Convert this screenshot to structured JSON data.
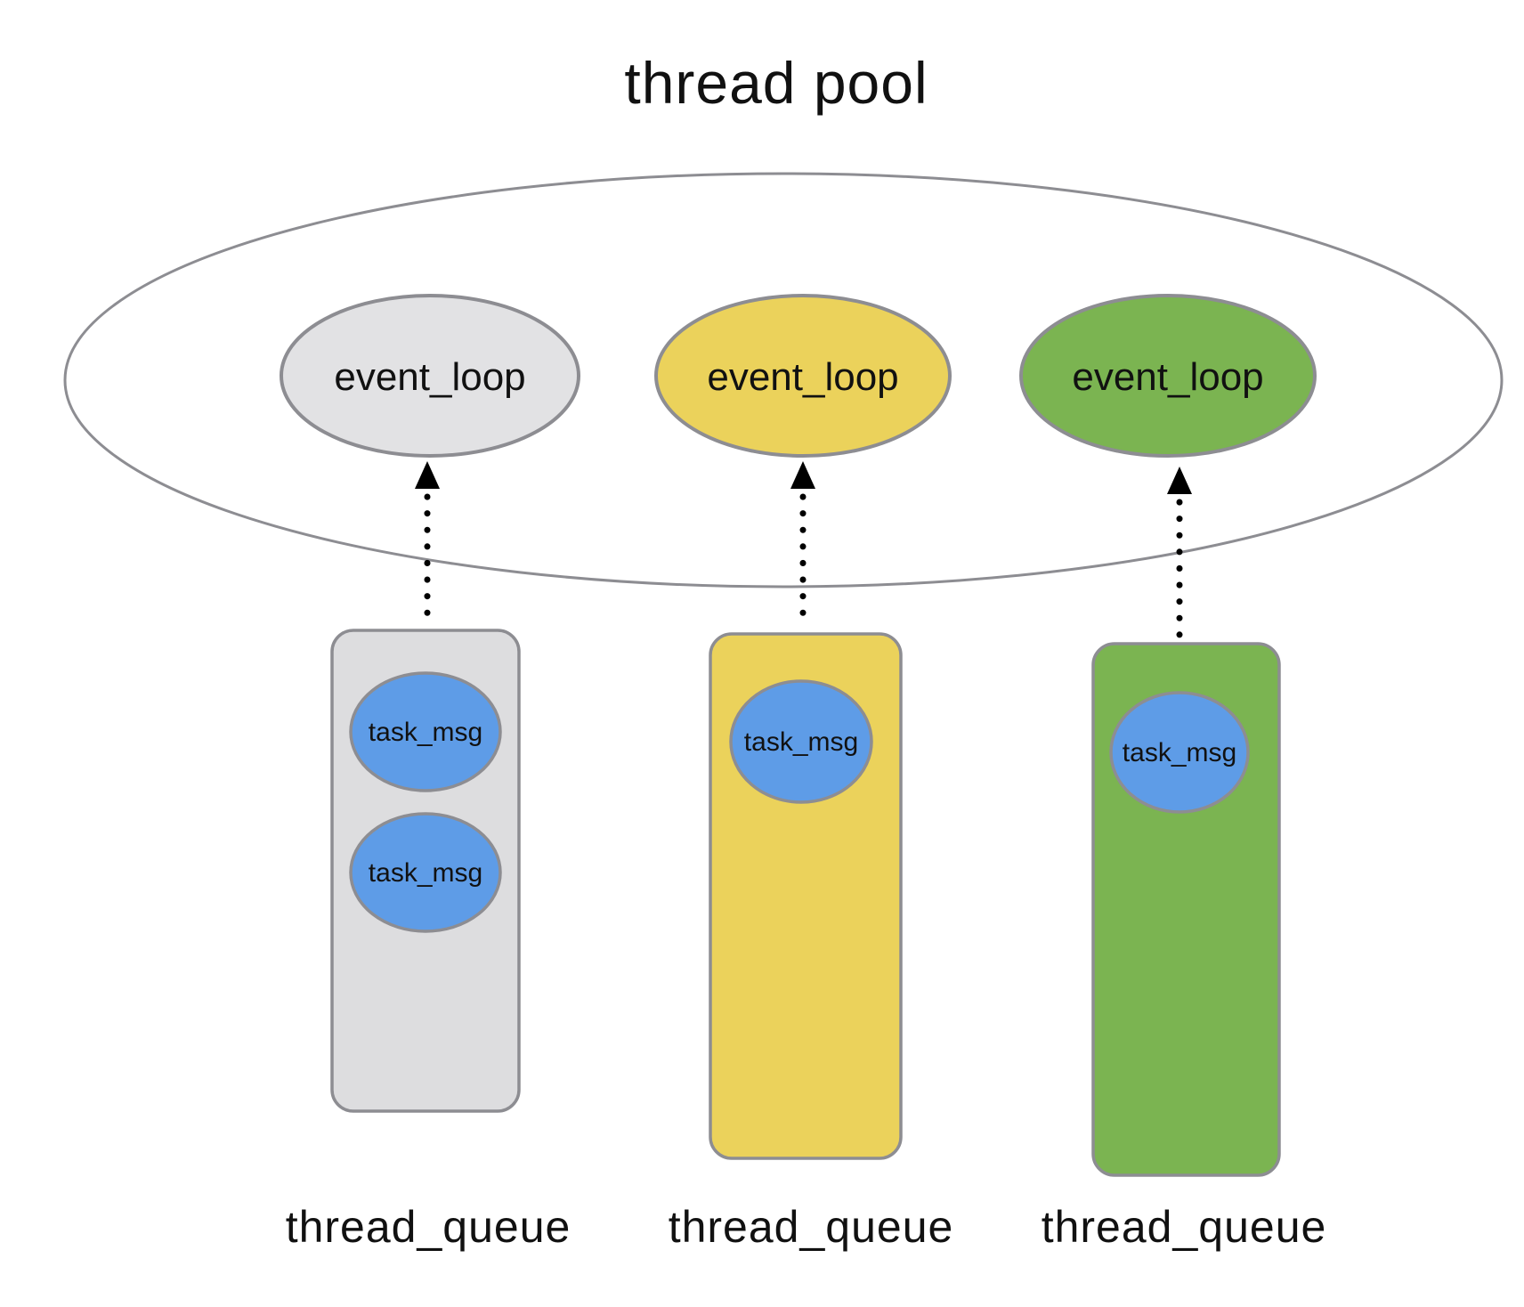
{
  "title": "thread pool",
  "colors": {
    "background": "#FFFFFF",
    "outline_gray": "#8D8D92",
    "text_black": "#111111",
    "arrow_black": "#000000",
    "task_blue": "#5E9CE7",
    "loop_gray": "#E2E2E4",
    "loop_yellow": "#EBD25B",
    "loop_green": "#7BB451"
  },
  "pool": {
    "event_loops": [
      {
        "label": "event_loop",
        "fill": "#E2E2E4"
      },
      {
        "label": "event_loop",
        "fill": "#EBD25B"
      },
      {
        "label": "event_loop",
        "fill": "#7BB451"
      }
    ]
  },
  "task_fill": "#5E9CE7",
  "queues": [
    {
      "label": "thread_queue",
      "fill": "#DDDDDF",
      "tasks": [
        {
          "label": "task_msg"
        },
        {
          "label": "task_msg"
        }
      ]
    },
    {
      "label": "thread_queue",
      "fill": "#EBD25B",
      "tasks": [
        {
          "label": "task_msg"
        }
      ]
    },
    {
      "label": "thread_queue",
      "fill": "#7BB451",
      "tasks": [
        {
          "label": "task_msg"
        }
      ]
    }
  ]
}
